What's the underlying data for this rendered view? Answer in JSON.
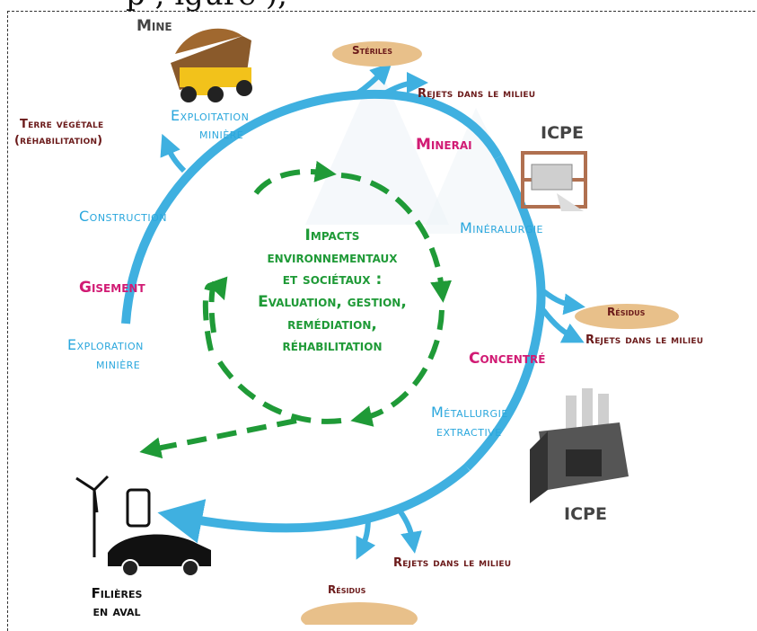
{
  "header_fragment": "p                                  , igure  ),",
  "center": {
    "line1": "Impacts",
    "line2": "environnementaux",
    "line3": "et sociétaux :",
    "line4": "Evaluation, gestion,",
    "line5": "remédiation,",
    "line6": "réhabilitation"
  },
  "stages": {
    "exploitation_1": "Exploitation",
    "exploitation_2": "minière",
    "mineralurgie": "Minéralurgie",
    "metallurgie_1": "Métallurgie",
    "metallurgie_2": "extractive",
    "construction": "Construction",
    "exploration_1": "Exploration",
    "exploration_2": "minière"
  },
  "products": {
    "minerai": "Minerai",
    "concentre": "Concentré",
    "gisement": "Gisement"
  },
  "outputs": {
    "steriles": "Stériles",
    "rejets_top": "Rejets dans le milieu",
    "residus_right": "Résidus",
    "rejets_right": "Rejets dans le milieu",
    "residus_bottom": "Résidus",
    "rejets_bottom": "Rejets dans le milieu",
    "terre_1": "Terre végétale",
    "terre_2": "(réhabilitation)"
  },
  "facilities": {
    "mine": "Mine",
    "icpe_top": "ICPE",
    "icpe_bottom": "ICPE"
  },
  "downstream": {
    "line1": "Filières",
    "line2": "en aval"
  },
  "colors": {
    "cycle_arrow": "#3fb0e0",
    "impact_arrow": "#1f9a37",
    "product_text": "#d11b74",
    "output_text": "#6b1a1a",
    "stage_text": "#2aa7dd",
    "pile_fill": "#e8c08a"
  }
}
